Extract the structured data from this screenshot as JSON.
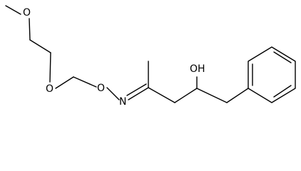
{
  "molecule": {
    "atoms": [
      {
        "name": "atom-label-methoxy-oxygen",
        "text": "O"
      },
      {
        "name": "atom-label-ether-oxygen",
        "text": "O"
      },
      {
        "name": "atom-label-oxime-oxygen",
        "text": "O"
      },
      {
        "name": "atom-label-imine-nitrogen",
        "text": "N"
      },
      {
        "name": "atom-label-hydroxyl",
        "text": "OH"
      }
    ],
    "colors": {
      "bond": "#000000",
      "label": "#000000",
      "background": "#ffffff"
    }
  }
}
